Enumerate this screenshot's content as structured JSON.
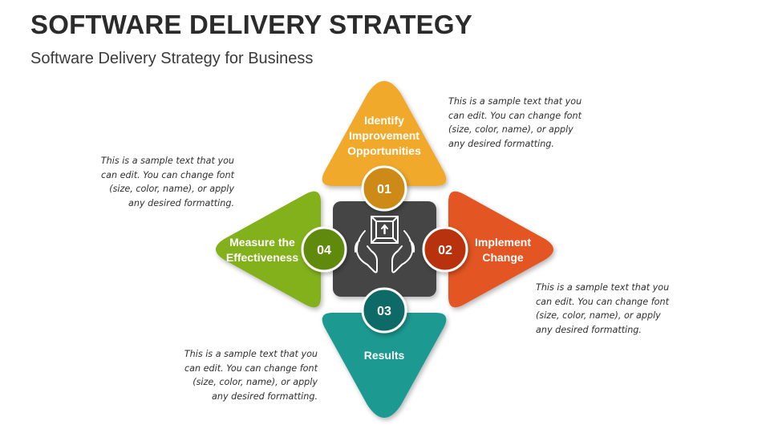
{
  "title": "SOFTWARE DELIVERY STRATEGY",
  "subtitle": "Software Delivery Strategy for Business",
  "colors": {
    "identify": "#f0a92a",
    "identify_circle": "#cd8a14",
    "implement": "#e35420",
    "implement_circle": "#b8330f",
    "results": "#1a9a92",
    "results_circle": "#0f6b66",
    "measure": "#82b11a",
    "measure_circle": "#5e8a0d",
    "center": "#444444"
  },
  "center_icon": "hands-holding-box-icon",
  "stages": [
    {
      "number": "01",
      "label": "Identify Improvement Opportunities",
      "note": "This is a sample text that you can edit. You can change font (size, color, name), or apply any desired formatting."
    },
    {
      "number": "02",
      "label": "Implement Change",
      "note": "This is a sample text that you can edit. You can change font (size, color, name), or apply any desired formatting."
    },
    {
      "number": "03",
      "label": "Results",
      "note": "This is a sample text that you can edit. You can change font (size, color, name), or apply any desired formatting."
    },
    {
      "number": "04",
      "label": "Measure the Effectiveness",
      "note": "This is a sample text that you can edit. You can change font (size, color, name), or apply any desired formatting."
    }
  ]
}
